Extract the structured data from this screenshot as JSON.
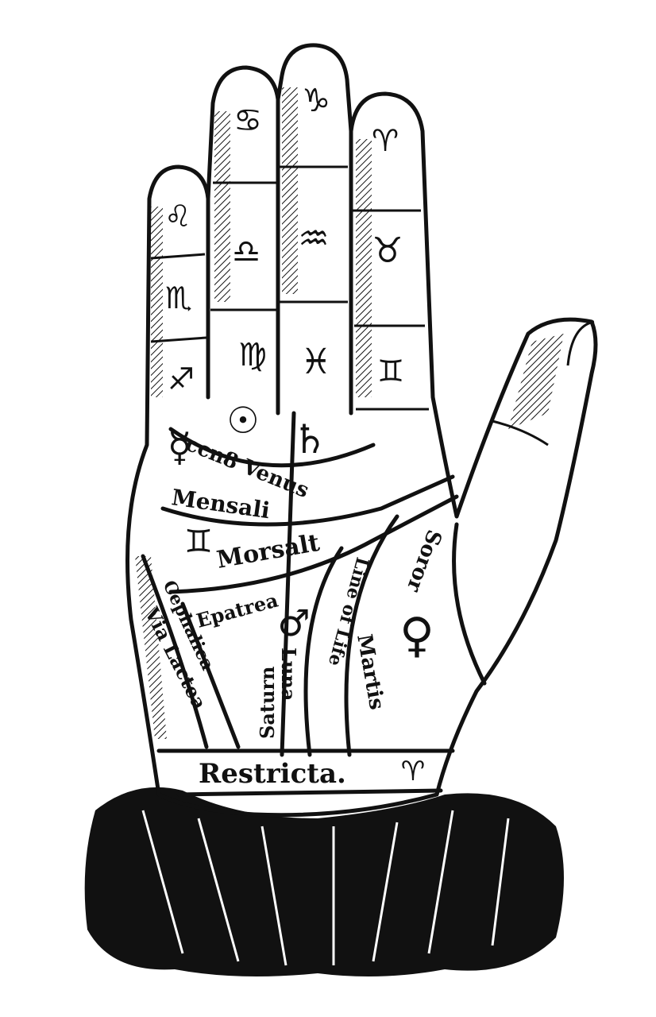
{
  "labels": {
    "venus_line": "ccn8 Venus",
    "mensalis": "Mensali",
    "morsalt": "Morsalt",
    "epatrea": "Epatrea",
    "cephalica": "Cephalica",
    "via_lactea": "Via Lactea",
    "saturn": "Saturn",
    "luna": "Luna",
    "line_of_life": "Line of Life",
    "martis": "Martis",
    "soror": "Soror",
    "restricta": "Restricta."
  },
  "symbols": {
    "pinky": [
      "♌",
      "♏",
      "♐"
    ],
    "ring": [
      "♋",
      "♎",
      "♍"
    ],
    "middle": [
      "♑",
      "♒",
      "♓"
    ],
    "index": [
      "♈",
      "♉",
      "♊"
    ],
    "mercury": "☿",
    "sun": "☉",
    "saturn": "♄",
    "mars": "♂",
    "venus": "♀",
    "aries_mark": "♈",
    "gemini_mark": "♊"
  },
  "colors": {
    "ink": "#111111",
    "paper": "#ffffff"
  }
}
